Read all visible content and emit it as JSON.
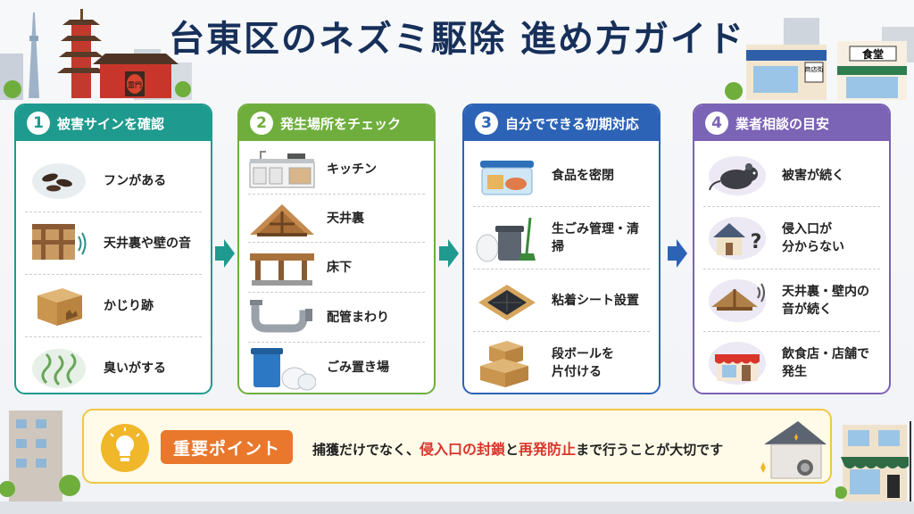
{
  "title": "台東区のネズミ駆除 進め方ガイド",
  "colors": {
    "teal": "#1e9a8e",
    "green": "#6fae3d",
    "blue": "#2d63b6",
    "purple": "#7b63b5",
    "orange": "#e9782d",
    "red": "#d9352b"
  },
  "steps": [
    {
      "number": "1",
      "title": "被害サインを確認",
      "items": [
        {
          "icon": "droppings-icon",
          "label": "フンがある"
        },
        {
          "icon": "ceiling-sound-icon",
          "label": "天井裏や壁の音"
        },
        {
          "icon": "gnawed-box-icon",
          "label": "かじり跡"
        },
        {
          "icon": "odor-icon",
          "label": "臭いがする"
        }
      ]
    },
    {
      "number": "2",
      "title": "発生場所をチェック",
      "items": [
        {
          "icon": "kitchen-icon",
          "label": "キッチン"
        },
        {
          "icon": "attic-icon",
          "label": "天井裏"
        },
        {
          "icon": "underfloor-icon",
          "label": "床下"
        },
        {
          "icon": "pipe-icon",
          "label": "配管まわり"
        },
        {
          "icon": "garbage-area-icon",
          "label": "ごみ置き場"
        }
      ]
    },
    {
      "number": "3",
      "title": "自分でできる初期対応",
      "items": [
        {
          "icon": "food-container-icon",
          "label": "食品を密閉"
        },
        {
          "icon": "trash-can-icon",
          "label": "生ごみ管理・清掃"
        },
        {
          "icon": "glue-trap-icon",
          "label": "粘着シート設置"
        },
        {
          "icon": "cardboard-icon",
          "label": "段ボールを\n片付ける"
        }
      ]
    },
    {
      "number": "4",
      "title": "業者相談の目安",
      "items": [
        {
          "icon": "rat-icon",
          "label": "被害が続く"
        },
        {
          "icon": "house-question-icon",
          "label": "侵入口が\n分からない"
        },
        {
          "icon": "roof-sound-icon",
          "label": "天井裏・壁内の\n音が続く"
        },
        {
          "icon": "shop-icon",
          "label": "飲食店・店舗で\n発生"
        }
      ]
    }
  ],
  "point": {
    "badge": "重要ポイント",
    "text_a": "捕獲だけでなく、",
    "hl_1": "侵入口の封鎖",
    "text_b": "と",
    "hl_2": "再発防止",
    "text_c": "まで行うことが大切です"
  },
  "signs": {
    "shop_sign": "商店街",
    "store_sign": "食堂",
    "temple_lantern": "雷門"
  }
}
